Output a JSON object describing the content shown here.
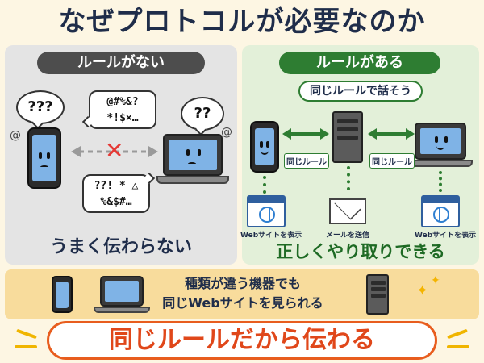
{
  "title": "なぜプロトコルが必要なのか",
  "left_panel": {
    "label": "ルールがない",
    "phone_bubble": "???",
    "laptop_bubble": "??",
    "symbols_top_line1": "@#%&?",
    "symbols_top_line2": "*!$×…",
    "symbols_bottom_line1": "??! * △",
    "symbols_bottom_line2": "%&$#…",
    "cross": "✕",
    "caption": "うまく伝わらない"
  },
  "right_panel": {
    "label": "ルールがある",
    "speech": "同じルールで話そう",
    "rule_tag_left": "同じルール",
    "rule_tag_right": "同じルール",
    "web_left": "Webサイトを表示",
    "mail": "メールを送信",
    "web_right": "Webサイトを表示",
    "caption": "正しくやり取りできる"
  },
  "bottom": {
    "line1": "種類が違う機器でも",
    "line2": "同じWebサイトを見られる"
  },
  "final": "同じルールだから伝わる",
  "colors": {
    "navy": "#1f2d4a",
    "green": "#2e7d32",
    "orange": "#e0471a",
    "cross_red": "#e53935",
    "band": "#f8dc9c"
  }
}
